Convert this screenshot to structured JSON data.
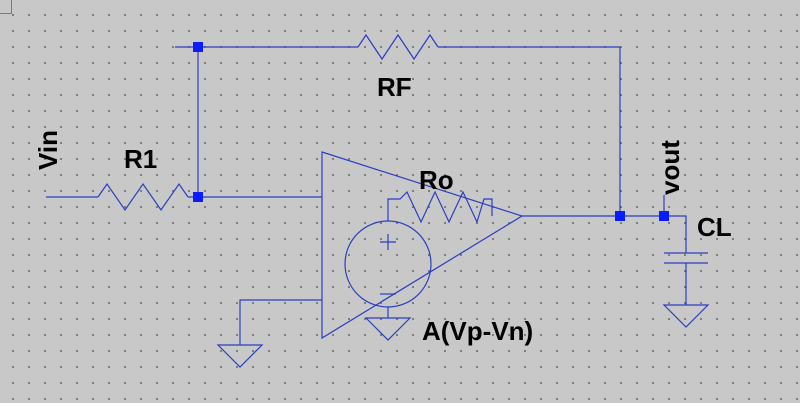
{
  "labels": {
    "rf": "RF",
    "r1": "R1",
    "ro": "Ro",
    "cl": "CL",
    "vin": "Vin",
    "vout": "vout",
    "source": "A(Vp-Vn)"
  },
  "colors": {
    "background": "#c8c8c8",
    "wire": "#2a3fc0",
    "node": "#0b1bff",
    "text": "#000000"
  }
}
